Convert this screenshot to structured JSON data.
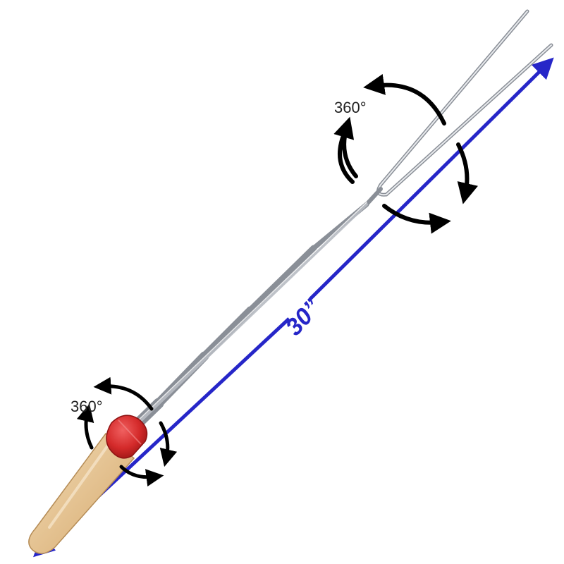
{
  "product": {
    "length_label": "30”",
    "rotation_label_top": "360°",
    "rotation_label_bottom": "360°"
  },
  "colors": {
    "measure_line": "#2626c8",
    "rotation_arrow": "#000000",
    "handle_wood": "#e7c79a",
    "cap_red": "#d42a2a",
    "steel": "#c8ccd2"
  }
}
